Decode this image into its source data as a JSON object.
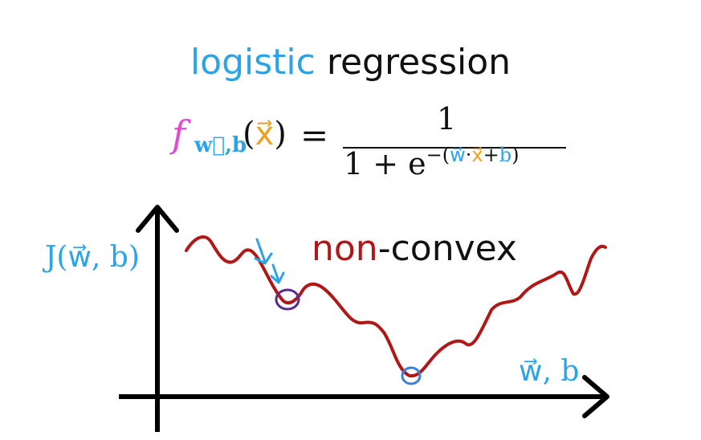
{
  "title": {
    "word1": "logistic",
    "word2": "regression"
  },
  "formula": {
    "fn": "f",
    "fn_sub": "w⃗,b",
    "arg_open": "(",
    "arg": "x⃗",
    "arg_close": ")",
    "equals": "=",
    "numerator": "1",
    "den_base": "1 + e",
    "den_exp_prefix": "−(",
    "den_exp_w": "w⃗",
    "den_exp_dot": "·",
    "den_exp_x": "x⃗",
    "den_exp_plus": "+",
    "den_exp_b": "b",
    "den_exp_close": ")"
  },
  "graph": {
    "y_label": "J(w⃗, b)",
    "x_label": "w⃗, b",
    "curve_label_1": "non",
    "curve_label_2": "-convex"
  },
  "colors": {
    "blue": "#2aa3e8",
    "red": "#b01818",
    "magenta": "#e04ad6",
    "orange": "#f0a020",
    "purple": "#5a2a8c",
    "circle_blue": "#3a7fd8"
  }
}
